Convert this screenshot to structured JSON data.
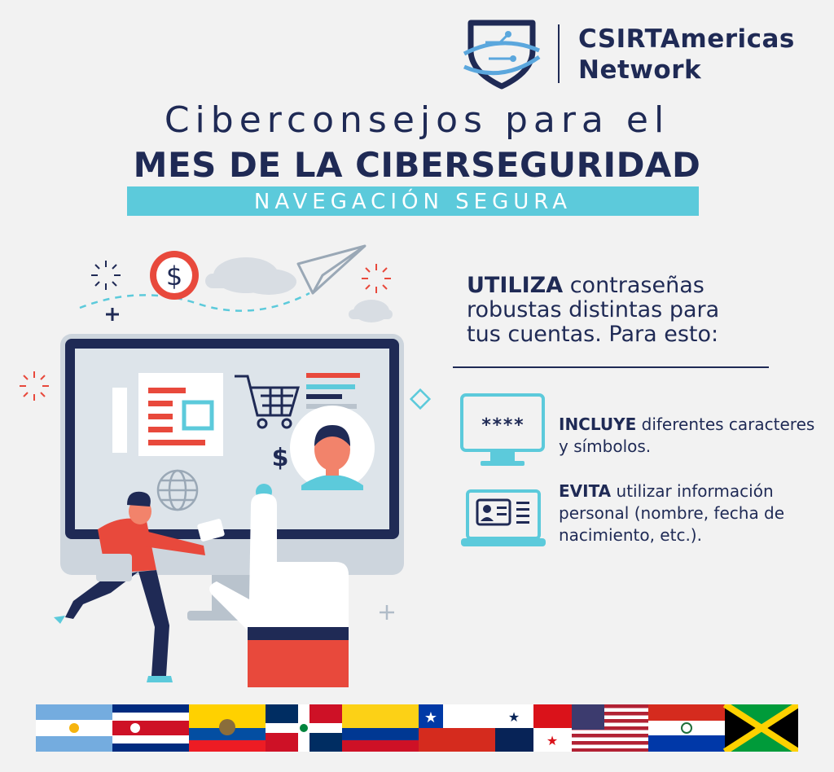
{
  "brand": {
    "line1": "CSIRTAmericas",
    "line2": "Network"
  },
  "title": {
    "line1": "Ciberconsejos para el",
    "line2": "MES DE LA CIBERSEGURIDAD",
    "subtitle": "NAVEGACIÓN SEGURA"
  },
  "main_tip": {
    "bold": "UTILIZA",
    "rest_line1": " contraseñas",
    "line2": "robustas distintas para",
    "line3": "tus cuentas. Para esto:"
  },
  "tips": [
    {
      "bold": "INCLUYE",
      "rest": " diferentes caracteres y símbolos.",
      "icon": "password-monitor-icon",
      "icon_text": "****"
    },
    {
      "bold": "EVITA",
      "rest": " utilizar información personal (nombre, fecha de nacimiento, etc.).",
      "icon": "id-card-laptop-icon"
    }
  ],
  "illustration": {
    "currency_symbol": "$",
    "monitor_dollar": "$"
  },
  "colors": {
    "navy": "#1f2a55",
    "cyan": "#5ccadb",
    "red": "#e8493c",
    "background": "#f2f2f2"
  },
  "flags": [
    "Argentina",
    "Costa Rica",
    "Ecuador",
    "República Dominicana",
    "Colombia",
    "Chile",
    "Panamá",
    "Estados Unidos",
    "Paraguay",
    "Jamaica"
  ]
}
